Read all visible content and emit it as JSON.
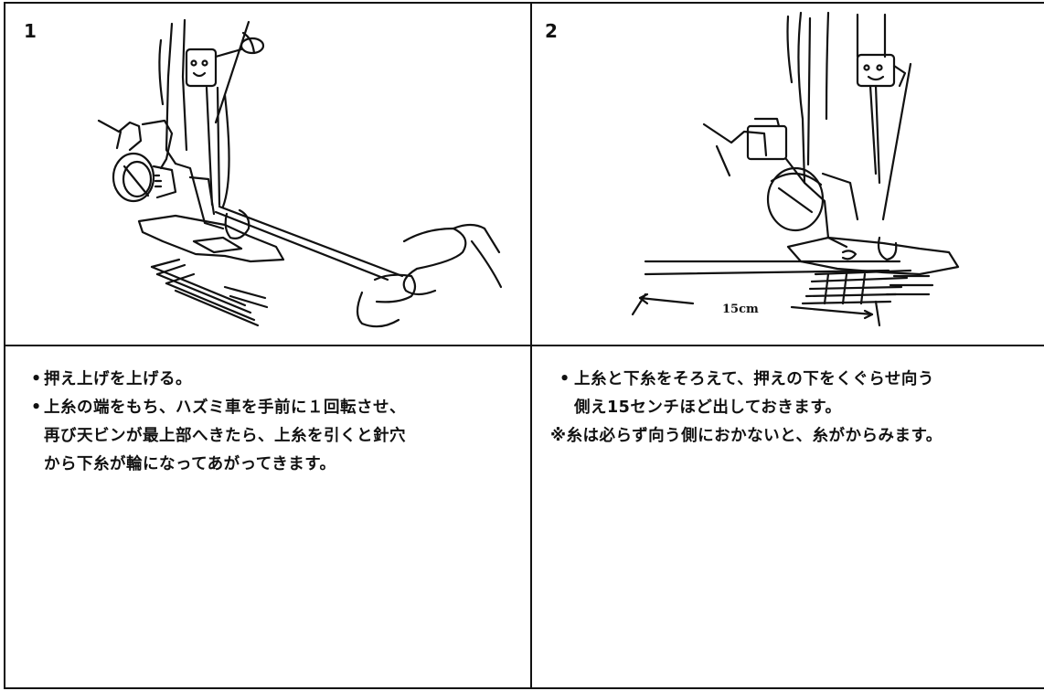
{
  "panels": [
    {
      "number": "1",
      "lines": [
        {
          "bullet": "•",
          "text": "押え上げを上げる。"
        },
        {
          "bullet": "•",
          "text": "上糸の端をもち、ハズミ車を手前に１回転させ、"
        },
        {
          "bullet": "",
          "text": "再び天ビンが最上部へきたら、上糸を引くと針穴"
        },
        {
          "bullet": "",
          "text": "から下糸が輪になってあがってきます。"
        }
      ]
    },
    {
      "number": "2",
      "dimension_label": "15cm",
      "lines": [
        {
          "bullet": "•",
          "text": "上糸と下糸をそろえて、押えの下をくぐらせ向う"
        },
        {
          "bullet": "",
          "text": "側え15センチほど出しておきます。"
        }
      ],
      "note": {
        "mark": "※",
        "text": "糸は必らず向う側におかないと、糸がからみます。"
      }
    }
  ]
}
